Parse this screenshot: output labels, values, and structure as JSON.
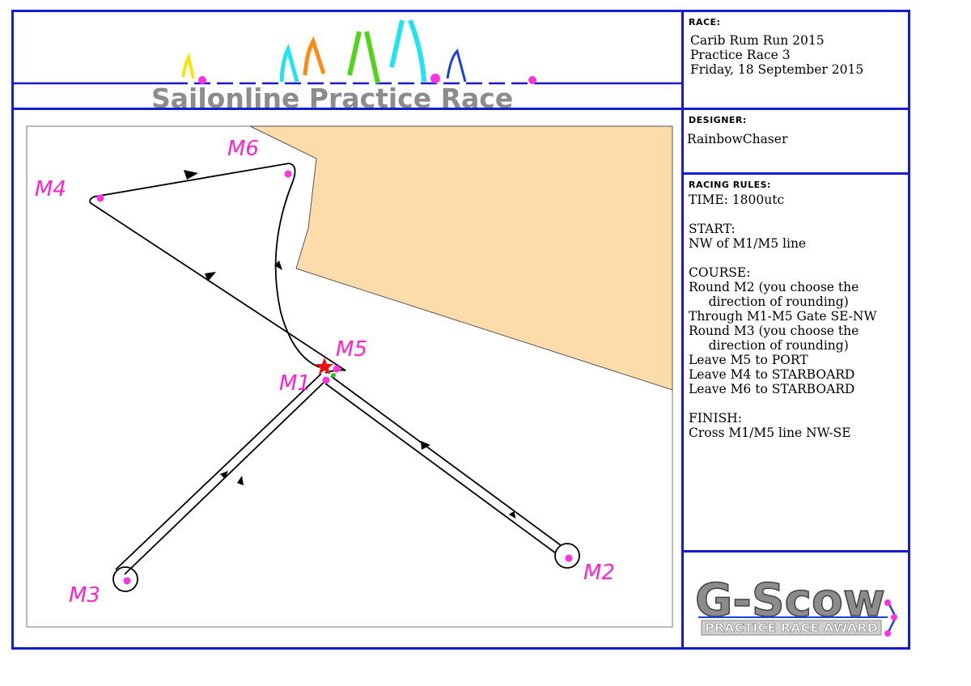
{
  "header": {
    "title": "Sailonline Practice Race"
  },
  "race_panel": {
    "heading": "RACE:",
    "lines": [
      "Carib Rum Run 2015",
      "Practice Race 3",
      "Friday, 18 September 2015"
    ]
  },
  "designer_panel": {
    "heading": "DESIGNER:",
    "name": "RainbowChaser"
  },
  "rules_panel": {
    "heading": "RACING RULES:",
    "lines": [
      "TIME: 1800utc",
      "",
      "START:",
      "NW of M1/M5 line",
      "",
      "COURSE:",
      "Round M2 (you choose the",
      "     direction of rounding)",
      "Through M1-M5 Gate SE-NW",
      "Round M3 (you choose the",
      "     direction of rounding)",
      "Leave M5 to PORT",
      "Leave M4 to STARBOARD",
      "Leave M6 to STARBOARD",
      "",
      "FINISH:",
      "Cross M1/M5 line NW-SE"
    ]
  },
  "award": {
    "title": "G-Scow",
    "subtitle": "PRACTICE RACE AWARD"
  },
  "map": {
    "marks": [
      {
        "label": "M1"
      },
      {
        "label": "M2"
      },
      {
        "label": "M3"
      },
      {
        "label": "M4"
      },
      {
        "label": "M5"
      },
      {
        "label": "M6"
      }
    ],
    "colors": {
      "land": "#fddcac",
      "mark": "#ff33dd",
      "start": "#ee1111",
      "course": "#000000",
      "frame": "#1a1ad4"
    }
  }
}
